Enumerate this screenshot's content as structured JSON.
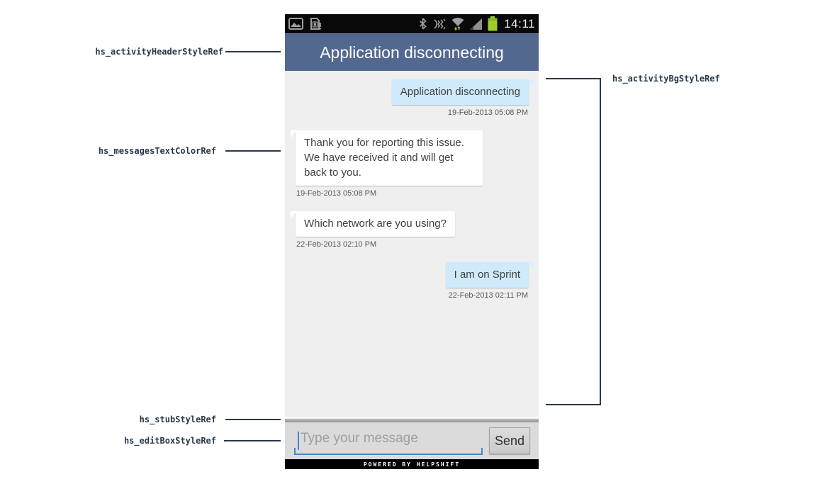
{
  "annotations": {
    "color": "#28394a",
    "left": [
      {
        "label": "hs_activityHeaderStyleRef"
      },
      {
        "label": "hs_messagesTextColorRef"
      },
      {
        "label": "hs_stubStyleRef"
      },
      {
        "label": "hs_editBoxStyleRef"
      }
    ],
    "right": [
      {
        "label": "hs_activityBgStyleRef"
      }
    ]
  },
  "phone": {
    "status_bar": {
      "time": "14:11",
      "icons": [
        "gallery-icon",
        "sim-alert-icon",
        "bluetooth-icon",
        "mute-icon",
        "wifi-icon",
        "signal-icon",
        "battery-icon"
      ],
      "icon_color": "#9e9e9e",
      "battery_color": "#9bd02c",
      "wifi_arrow_color": "#84c43e"
    },
    "header": {
      "title": "Application disconnecting",
      "bg_color": "#52688f",
      "text_color": "#ffffff"
    },
    "chat": {
      "bg_color": "#efeff0",
      "user_bubble_color": "#cfeafa",
      "agent_bubble_color": "#ffffff",
      "text_color": "#404040",
      "timestamp_color": "#55585a",
      "messages": [
        {
          "side": "right",
          "text": "Application disconnecting",
          "timestamp": "19-Feb-2013 05:08 PM"
        },
        {
          "side": "left",
          "text": "Thank you for reporting this issue. We have received it and will get back to you.",
          "timestamp": "19-Feb-2013 05:08 PM"
        },
        {
          "side": "left",
          "text": "Which network are you using?",
          "timestamp": "22-Feb-2013 02:10 PM"
        },
        {
          "side": "right",
          "text": "I am on Sprint",
          "timestamp": "22-Feb-2013 02:11 PM"
        }
      ]
    },
    "composer": {
      "placeholder": "Type your message",
      "send_label": "Send",
      "underline_color": "#4a86c8"
    },
    "footer": {
      "text": "POWERED BY HELPSHIFT"
    }
  }
}
